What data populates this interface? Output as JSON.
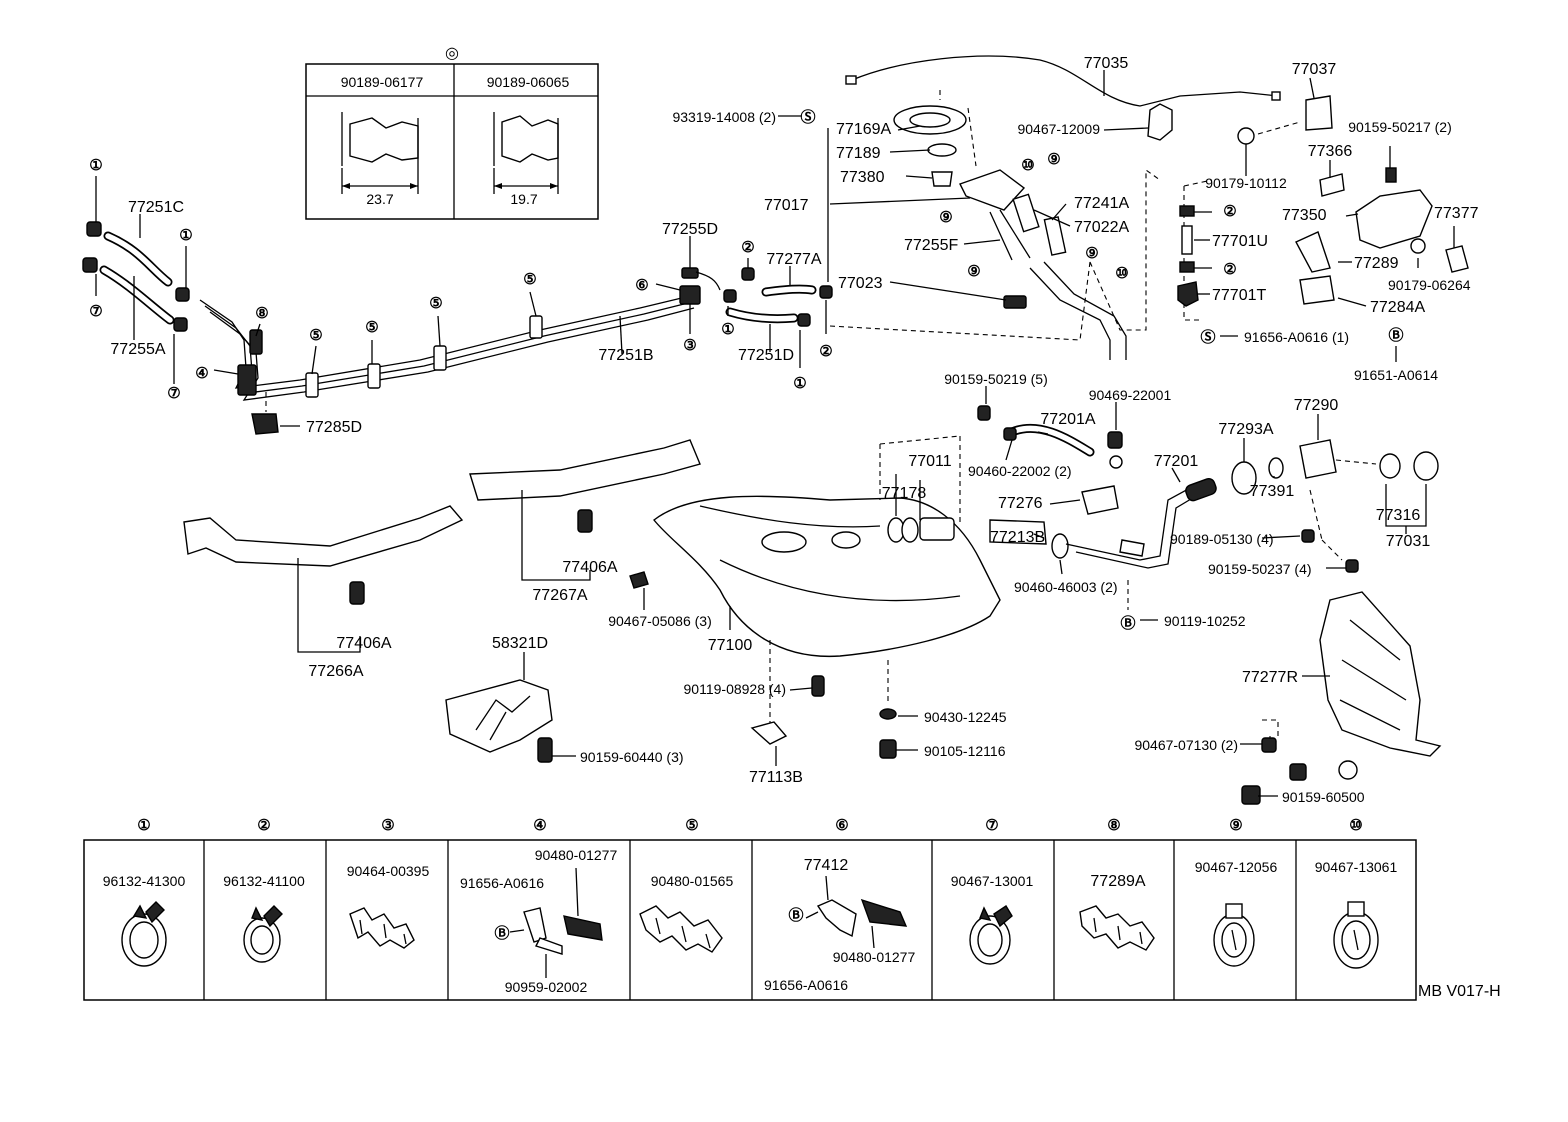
{
  "clip_table": {
    "symbol": "◎",
    "headers": [
      "90189-06177",
      "90189-06065"
    ],
    "dims": [
      "23.7",
      "19.7"
    ]
  },
  "parts": {
    "p77035": "77035",
    "p77037": "77037",
    "p93319": "93319-14008 (2)",
    "p77169A": "77169A",
    "p77189": "77189",
    "p77380": "77380",
    "p77017": "77017",
    "p90467_12009": "90467-12009",
    "p90159_50217": "90159-50217 (2)",
    "p77366": "77366",
    "p90179_10112": "90179-10112",
    "p77241A": "77241A",
    "p77022A": "77022A",
    "p77255F": "77255F",
    "p77023": "77023",
    "p77701U": "77701U",
    "p77701T": "77701T",
    "p77350": "77350",
    "p77377": "77377",
    "p77289": "77289",
    "p90179_06264": "90179-06264",
    "p77284A": "77284A",
    "p91656_A0616_1": "91656-A0616 (1)",
    "p91651_A0614": "91651-A0614",
    "p77251C": "77251C",
    "p77255A": "77255A",
    "p77255D": "77255D",
    "p77277A": "77277A",
    "p77251B": "77251B",
    "p77251D": "77251D",
    "p77285D": "77285D",
    "p90159_50219": "90159-50219 (5)",
    "p90469_22001": "90469-22001",
    "p77201A": "77201A",
    "p90460_22002": "90460-22002 (2)",
    "p77011": "77011",
    "p77178": "77178",
    "p77276": "77276",
    "p77213B": "77213B",
    "p90460_46003": "90460-46003 (2)",
    "p77201": "77201",
    "p77293A": "77293A",
    "p77290": "77290",
    "p77391": "77391",
    "p77316": "77316",
    "p77031": "77031",
    "p90189_05130": "90189-05130 (4)",
    "p90159_50237": "90159-50237 (4)",
    "p90119_10252": "90119-10252",
    "p77406A_1": "77406A",
    "p77267A": "77267A",
    "p77406A_2": "77406A",
    "p77266A": "77266A",
    "p90467_05086": "90467-05086 (3)",
    "p77100": "77100",
    "p58321D": "58321D",
    "p90119_08928": "90119-08928 (4)",
    "p90159_60440": "90159-60440 (3)",
    "p77113B": "77113B",
    "p90430_12245": "90430-12245",
    "p90105_12116": "90105-12116",
    "p77277R": "77277R",
    "p90467_07130": "90467-07130 (2)",
    "p90159_60500": "90159-60500"
  },
  "callouts": {
    "c1": "①",
    "c2": "②",
    "c3": "③",
    "c4": "④",
    "c5": "⑤",
    "c6": "⑥",
    "c7": "⑦",
    "c8": "⑧",
    "c9": "⑨",
    "c10": "⑩",
    "cS": "Ⓢ",
    "cB": "Ⓑ"
  },
  "legend": {
    "cells": [
      {
        "num": "①",
        "parts": [
          "96132-41300"
        ]
      },
      {
        "num": "②",
        "parts": [
          "96132-41100"
        ]
      },
      {
        "num": "③",
        "parts": [
          "90464-00395"
        ]
      },
      {
        "num": "④",
        "parts": [
          "90480-01277",
          "91656-A0616",
          "90959-02002"
        ],
        "symbol": "Ⓑ"
      },
      {
        "num": "⑤",
        "parts": [
          "90480-01565"
        ]
      },
      {
        "num": "⑥",
        "parts": [
          "77412",
          "90480-01277",
          "91656-A0616"
        ],
        "symbol": "Ⓑ"
      },
      {
        "num": "⑦",
        "parts": [
          "90467-13001"
        ]
      },
      {
        "num": "⑧",
        "parts": [
          "77289A"
        ]
      },
      {
        "num": "⑨",
        "parts": [
          "90467-12056"
        ]
      },
      {
        "num": "⑩",
        "parts": [
          "90467-13061"
        ]
      }
    ]
  },
  "code": "MB V017-H"
}
